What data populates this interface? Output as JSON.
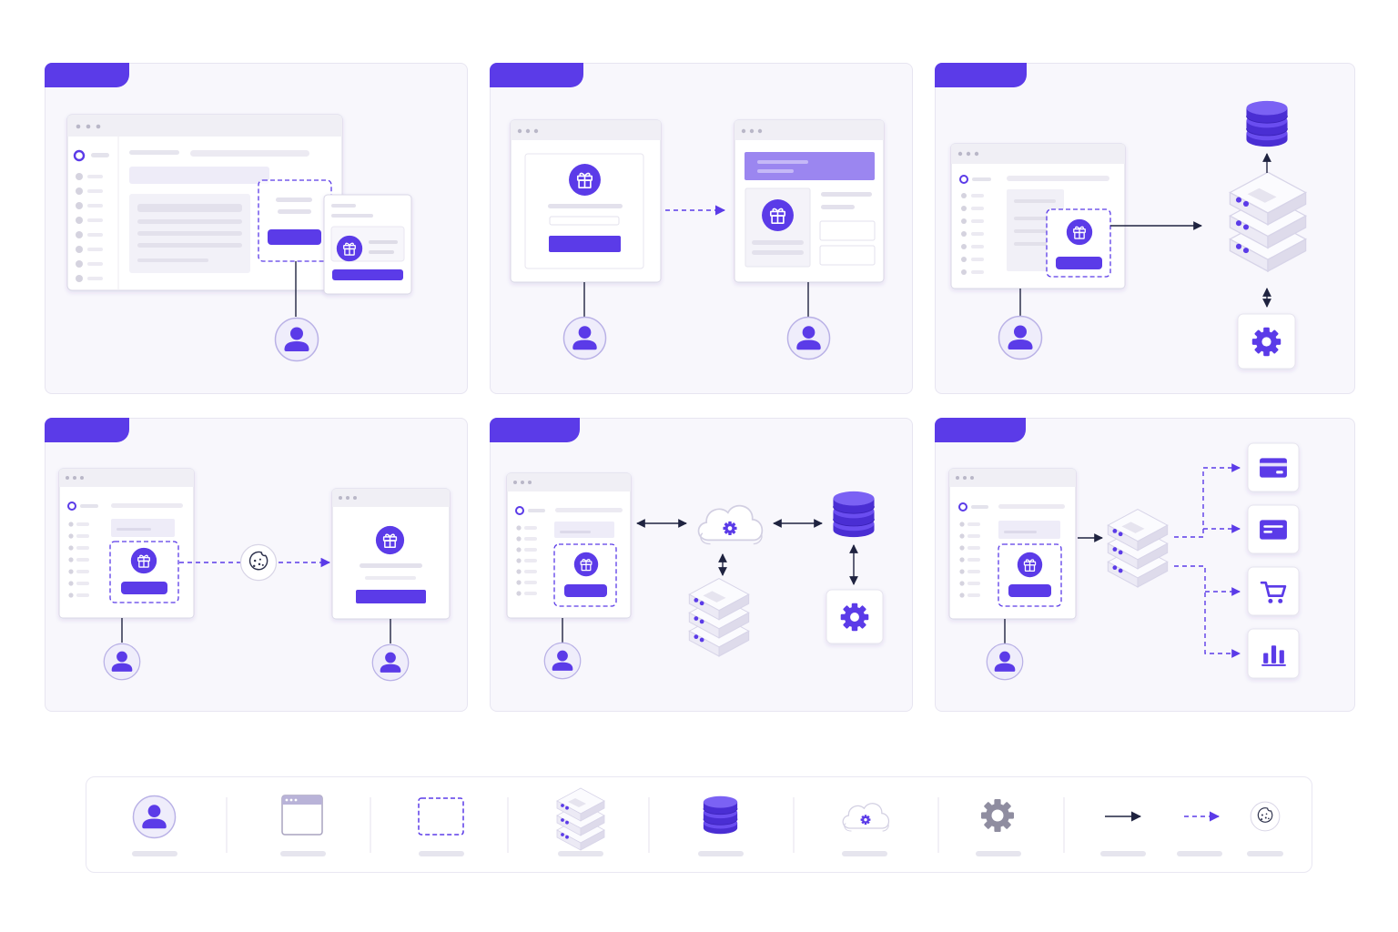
{
  "colors": {
    "accent": "#5b3be8",
    "accent_light": "#9b86f0",
    "panel_bg": "#f8f7fc",
    "border": "#e7e5f1",
    "line": "#1f2340",
    "placeholder": "#e6e5ee"
  },
  "icons": {
    "user": "user-icon",
    "gift": "gift-icon",
    "server": "server-stack-icon",
    "database": "database-icon",
    "cloud": "cloud-gear-icon",
    "gear": "gear-icon",
    "cookie": "cookie-icon",
    "credit_card": "credit-card-icon",
    "cart": "shopping-cart-icon",
    "bar_chart": "bar-chart-icon",
    "arrow": "arrow-right-icon",
    "dashed_arrow": "dashed-arrow-icon",
    "browser": "browser-window-icon",
    "dashed_box": "dashed-box-icon"
  },
  "panels": [
    {
      "id": "panel-1",
      "label": ""
    },
    {
      "id": "panel-2",
      "label": ""
    },
    {
      "id": "panel-3",
      "label": ""
    },
    {
      "id": "panel-4",
      "label": ""
    },
    {
      "id": "panel-5",
      "label": ""
    },
    {
      "id": "panel-6",
      "label": ""
    }
  ],
  "legend": {
    "items": [
      "user",
      "browser",
      "dashed_box",
      "server",
      "database",
      "cloud",
      "gear",
      "arrow",
      "dashed_arrow",
      "cookie"
    ]
  }
}
